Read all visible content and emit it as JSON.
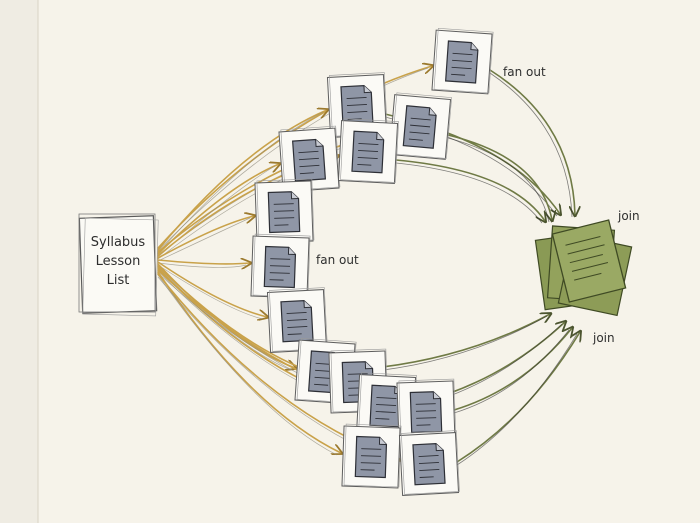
{
  "source": {
    "lines": [
      "Syllabus",
      "Lesson",
      "List"
    ]
  },
  "labels": {
    "fan_out_top": "fan out",
    "fan_out_middle": "fan out",
    "join_top": "join",
    "join_bottom": "join"
  },
  "icons": {
    "task_doc": "document-icon",
    "merged_docs": "document-stack-icon"
  },
  "colors": {
    "paper": "#f6f3ea",
    "fan_arrow": "#c9a24a",
    "join_arrow": "#6f7a45",
    "doc_fill": "#8f96a6",
    "stack_fill": "#8a9a55"
  },
  "fan_out_task_count": 14
}
